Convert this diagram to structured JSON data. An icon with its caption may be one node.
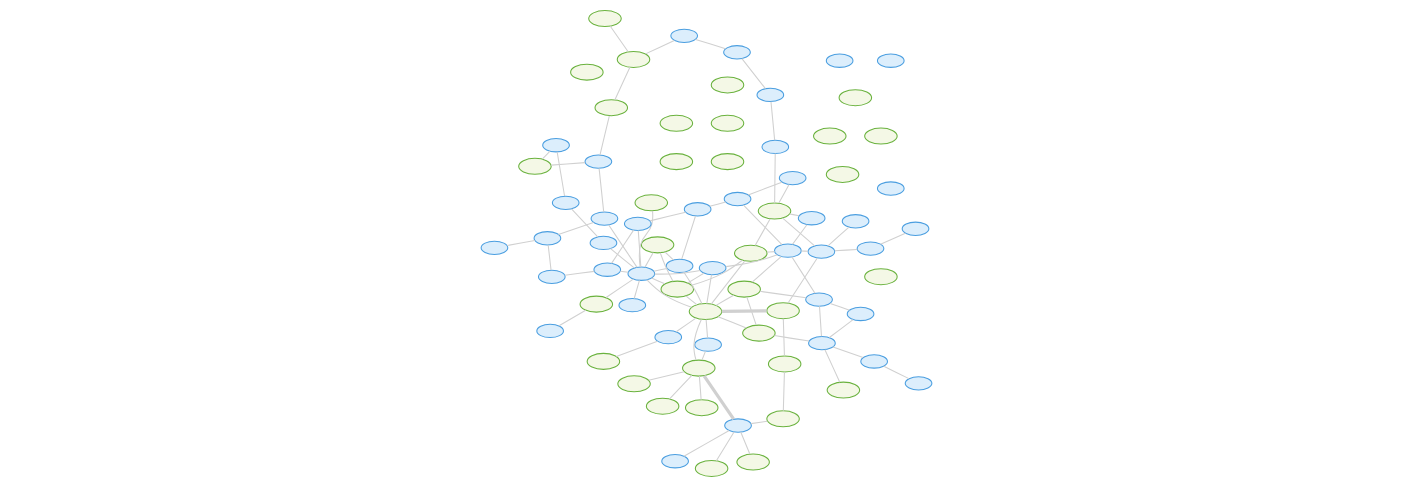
{
  "diagram": {
    "nodes": [
      {
        "text": [],
        "shape": "ellipse"
      },
      {
        "text": [],
        "shape": "ellipse"
      },
      {
        "text": [],
        "shape": "ellipse"
      },
      {
        "text": [],
        "shape": "ellipse"
      },
      {
        "text": [],
        "shape": "ellipse"
      },
      {
        "text": [],
        "shape": "ellipse"
      },
      {
        "text": [],
        "shape": "ellipse"
      },
      {
        "text": [],
        "shape": "ellipse"
      },
      {
        "text": [],
        "shape": "ellipse"
      },
      {
        "text": [],
        "shape": "ellipse"
      },
      {
        "text": [],
        "shape": "ellipse"
      },
      {
        "text": [],
        "shape": "ellipse"
      },
      {
        "text": [],
        "shape": "ellipse"
      },
      {
        "text": [],
        "shape": "ellipse"
      },
      {
        "text": [],
        "shape": "ellipse"
      },
      {
        "text": [],
        "shape": "ellipse"
      },
      {
        "text": [],
        "shape": "ellipse"
      },
      {
        "text": [],
        "shape": "ellipse"
      },
      {
        "text": [],
        "shape": "ellipse"
      },
      {
        "text": [],
        "shape": "ellipse"
      },
      {
        "text": [],
        "shape": "ellipse"
      },
      {
        "text": [],
        "shape": "ellipse"
      },
      {
        "text": [],
        "shape": "ellipse"
      },
      {
        "text": [],
        "shape": "ellipse"
      },
      {
        "text": [],
        "shape": "ellipse"
      },
      {
        "text": [],
        "shape": "ellipse"
      },
      {
        "text": [],
        "shape": "ellipse"
      },
      {
        "text": [],
        "shape": "ellipse"
      },
      {
        "text": [],
        "shape": "ellipse"
      },
      {
        "text": [],
        "shape": "ellipse"
      },
      {
        "text": [],
        "shape": "ellipse"
      },
      {
        "text": [],
        "shape": "ellipse"
      },
      {
        "text": [],
        "shape": "ellipse"
      },
      {
        "text": [],
        "shape": "ellipse"
      },
      {
        "text": [],
        "shape": "ellipse"
      },
      {
        "text": [],
        "shape": "ellipse"
      },
      {
        "text": [],
        "shape": "ellipse"
      },
      {
        "text": [],
        "shape": "ellipse"
      },
      {
        "text": [],
        "shape": "ellipse"
      },
      {
        "text": [],
        "shape": "ellipse"
      },
      {
        "text": [],
        "shape": "ellipse"
      },
      {
        "text": [],
        "shape": "ellipse"
      },
      {
        "text": [],
        "shape": "ellipse"
      },
      {
        "text": [],
        "shape": "ellipse"
      },
      {
        "text": [],
        "shape": "ellipse"
      },
      {
        "text": [],
        "shape": "ellipse"
      },
      {
        "text": [],
        "shape": "ellipse"
      },
      {
        "text": [],
        "shape": "ellipse"
      },
      {
        "text": [],
        "shape": "ellipse"
      },
      {
        "text": [],
        "shape": "ellipse"
      },
      {
        "text": [],
        "shape": "ellipse"
      },
      {
        "text": [],
        "shape": "ellipse"
      },
      {
        "text": [],
        "shape": "ellipse"
      },
      {
        "text": [],
        "shape": "ellipse"
      },
      {
        "text": [],
        "shape": "ellipse"
      },
      {
        "text": [],
        "shape": "ellipse"
      },
      {
        "text": [],
        "shape": "ellipse"
      },
      {
        "text": [],
        "shape": "ellipse"
      },
      {
        "text": [],
        "shape": "ellipse"
      },
      {
        "text": [],
        "shape": "ellipse"
      },
      {
        "text": [],
        "shape": "ellipse"
      },
      {
        "text": [],
        "shape": "ellipse"
      },
      {
        "text": [],
        "shape": "ellipse"
      },
      {
        "text": [],
        "shape": "ellipse"
      },
      {
        "text": [],
        "shape": "ellipse"
      },
      {
        "text": [],
        "shape": "ellipse"
      },
      {
        "text": [],
        "shape": "ellipse"
      },
      {
        "text": [],
        "shape": "ellipse"
      },
      {
        "text": [],
        "shape": "ellipse"
      },
      {
        "text": [],
        "shape": "ellipse"
      },
      {
        "text": [],
        "shape": "ellipse"
      },
      {
        "text": [],
        "shape": "ellipse"
      },
      {
        "text": [],
        "shape": "ellipse"
      },
      {
        "text": [],
        "shape": "ellipse"
      },
      {
        "text": [],
        "shape": "ellipse"
      }
    ],
    "edges": [
      {
        "from": 0,
        "to": 3,
        "arrow": "none"
      },
      {
        "from": 1,
        "to": 3,
        "arrow": "none"
      },
      {
        "from": 2,
        "to": 3,
        "arrow": "none"
      },
      {
        "from": 3,
        "to": 8,
        "arrow": "none"
      },
      {
        "from": 3,
        "to": 10,
        "arrow": "none"
      },
      {
        "from": 8,
        "to": 10,
        "arrow": "none"
      },
      {
        "from": 10,
        "to": 9,
        "arrow": "none"
      },
      {
        "from": 9,
        "to": 6,
        "arrow": "none"
      },
      {
        "from": 10,
        "to": 15,
        "arrow": "none"
      },
      {
        "from": 15,
        "to": 20,
        "arrow": "none"
      },
      {
        "from": 10,
        "to": 20,
        "arrow": "none"
      },
      {
        "from": 10,
        "to": 22,
        "arrow": "none"
      },
      {
        "from": 10,
        "to": 11,
        "arrow": "none"
      },
      {
        "from": 10,
        "to": 16,
        "arrow": "none"
      },
      {
        "from": 10,
        "to": 14,
        "arrow": "none"
      },
      {
        "from": 10,
        "to": 64,
        "arrow": "none",
        "style": "thick"
      },
      {
        "from": 3,
        "to": 55,
        "arrow": "none",
        "style": "thick"
      },
      {
        "from": 55,
        "to": 65,
        "arrow": "none"
      },
      {
        "from": 55,
        "to": 68,
        "arrow": "none"
      },
      {
        "from": 55,
        "to": 66,
        "arrow": "none"
      },
      {
        "from": 55,
        "to": 61,
        "arrow": "none"
      },
      {
        "from": 64,
        "to": 70,
        "arrow": "none"
      },
      {
        "from": 68,
        "to": 70,
        "arrow": "none"
      },
      {
        "from": 15,
        "to": 21,
        "arrow": "none"
      },
      {
        "from": 21,
        "to": 26,
        "arrow": "none"
      },
      {
        "from": 26,
        "to": 32,
        "arrow": "none"
      },
      {
        "from": 21,
        "to": 28,
        "arrow": "none"
      },
      {
        "from": 21,
        "to": 30,
        "arrow": "none"
      },
      {
        "from": 30,
        "to": 23,
        "arrow": "none"
      },
      {
        "from": 20,
        "to": 23,
        "arrow": "none"
      },
      {
        "from": 20,
        "to": 30,
        "arrow": "none"
      },
      {
        "from": 22,
        "to": 37,
        "arrow": "none"
      },
      {
        "from": 22,
        "to": 11,
        "arrow": "none"
      },
      {
        "from": 11,
        "to": 4,
        "arrow": "none"
      },
      {
        "from": 11,
        "to": 16,
        "arrow": "none"
      },
      {
        "from": 4,
        "to": 19,
        "arrow": "none"
      },
      {
        "from": 4,
        "to": 14,
        "arrow": "none"
      },
      {
        "from": 7,
        "to": 12,
        "arrow": "none"
      },
      {
        "from": 12,
        "to": 19,
        "arrow": "none"
      },
      {
        "from": 13,
        "to": 19,
        "arrow": "none"
      },
      {
        "from": 17,
        "to": 19,
        "arrow": "none"
      },
      {
        "from": 19,
        "to": 27,
        "arrow": "none"
      },
      {
        "from": 19,
        "to": 33,
        "arrow": "none"
      },
      {
        "from": 19,
        "to": 14,
        "arrow": "none"
      },
      {
        "from": 19,
        "to": 24,
        "arrow": "none"
      },
      {
        "from": 19,
        "to": 34,
        "arrow": "none"
      },
      {
        "from": 19,
        "to": 16,
        "arrow": "none"
      },
      {
        "from": 19,
        "to": 11,
        "arrow": "none"
      },
      {
        "from": 19,
        "to": 10,
        "arrow": "none"
      },
      {
        "from": 27,
        "to": 35,
        "arrow": "none"
      },
      {
        "from": 35,
        "to": 38,
        "arrow": "none"
      },
      {
        "from": 38,
        "to": 40,
        "arrow": "none"
      },
      {
        "from": 40,
        "to": 41,
        "arrow": "none"
      },
      {
        "from": 41,
        "to": 33,
        "arrow": "none"
      },
      {
        "from": 41,
        "to": 52,
        "arrow": "none"
      },
      {
        "from": 52,
        "to": 71,
        "arrow": "none"
      },
      {
        "from": 71,
        "to": 74,
        "arrow": "none"
      },
      {
        "from": 71,
        "to": 54,
        "arrow": "none"
      },
      {
        "from": 33,
        "to": 39,
        "arrow": "none"
      },
      {
        "from": 39,
        "to": 51,
        "arrow": "none"
      },
      {
        "from": 39,
        "to": 57,
        "arrow": "none"
      },
      {
        "from": 51,
        "to": 34,
        "arrow": "none"
      },
      {
        "from": 34,
        "to": 24,
        "arrow": "none"
      },
      {
        "from": 24,
        "to": 18,
        "arrow": "none"
      },
      {
        "from": 18,
        "to": 14,
        "arrow": "none"
      },
      {
        "from": 18,
        "to": 25,
        "arrow": "none"
      },
      {
        "from": 25,
        "to": 23,
        "arrow": "none"
      },
      {
        "from": 25,
        "to": 36,
        "arrow": "none"
      },
      {
        "from": 36,
        "to": 37,
        "arrow": "none"
      },
      {
        "from": 37,
        "to": 42,
        "arrow": "none"
      },
      {
        "from": 37,
        "to": 44,
        "arrow": "none"
      },
      {
        "from": 44,
        "to": 53,
        "arrow": "none"
      },
      {
        "from": 44,
        "to": 59,
        "arrow": "none"
      },
      {
        "from": 44,
        "to": 64,
        "arrow": "none"
      },
      {
        "from": 42,
        "to": 43,
        "arrow": "none"
      },
      {
        "from": 43,
        "to": 48,
        "arrow": "none"
      },
      {
        "from": 48,
        "to": 54,
        "arrow": "none"
      },
      {
        "from": 53,
        "to": 58,
        "arrow": "none"
      },
      {
        "from": 16,
        "to": 23,
        "arrow": "none"
      },
      {
        "from": 23,
        "to": 29,
        "arrow": "none"
      },
      {
        "from": 29,
        "to": 37,
        "arrow": "none"
      },
      {
        "from": 23,
        "to": 44,
        "arrow": "none"
      },
      {
        "from": 22,
        "to": 23,
        "arrow": "none"
      },
      {
        "from": 30,
        "to": 31,
        "arrow": "none"
      },
      {
        "from": 31,
        "to": 21,
        "arrow": "none"
      }
    ]
  }
}
